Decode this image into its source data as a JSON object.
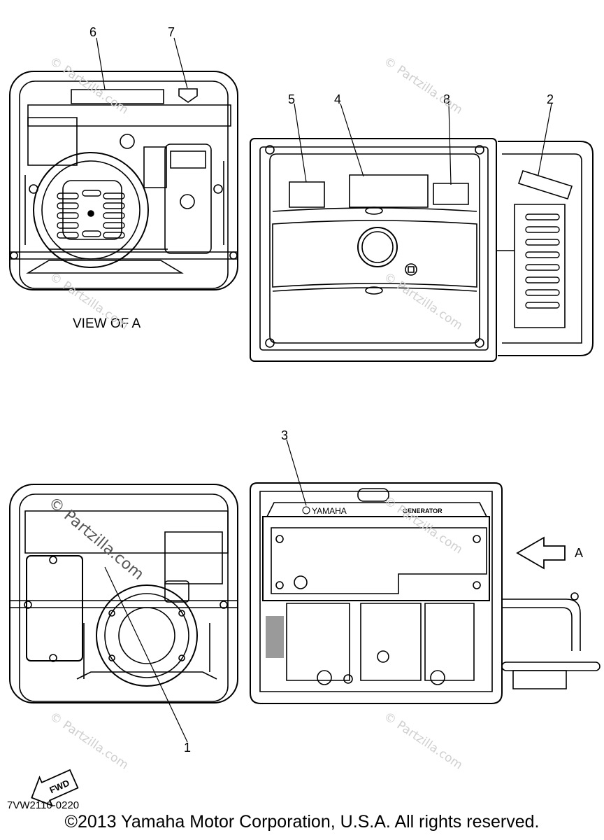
{
  "callouts": {
    "c1": "1",
    "c2": "2",
    "c3": "3",
    "c4": "4",
    "c5": "5",
    "c6": "6",
    "c7": "7",
    "c8": "8",
    "arrow_a": "A"
  },
  "view_label": "VIEW  OF A",
  "brand_label": "YAMAHA",
  "generator_label": "GENERATOR",
  "fwd_label": "FWD",
  "watermark_text": "© Partzilla.com",
  "diagram_code": "7VW2110-0220",
  "copyright": "©2013 Yamaha Motor Corporation, U.S.A. All rights reserved."
}
